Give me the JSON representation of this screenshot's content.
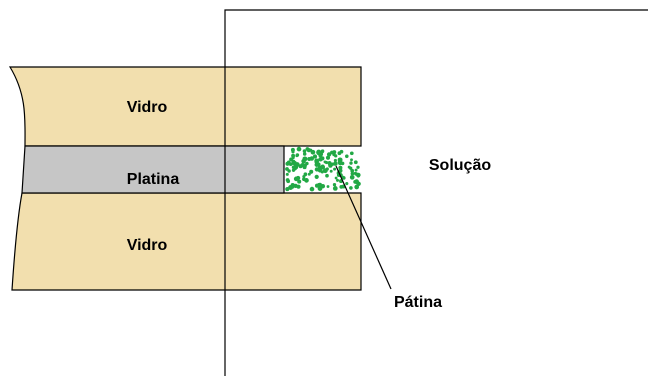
{
  "labels": {
    "vidro_top": "Vidro",
    "platina": "Platina",
    "vidro_bottom": "Vidro",
    "solucao": "Solução",
    "patina": "Pátina"
  },
  "colors": {
    "glass": "#f2dfae",
    "platinum": "#c6c6c6",
    "patina_dots": "#22a845",
    "stroke": "#000000"
  }
}
